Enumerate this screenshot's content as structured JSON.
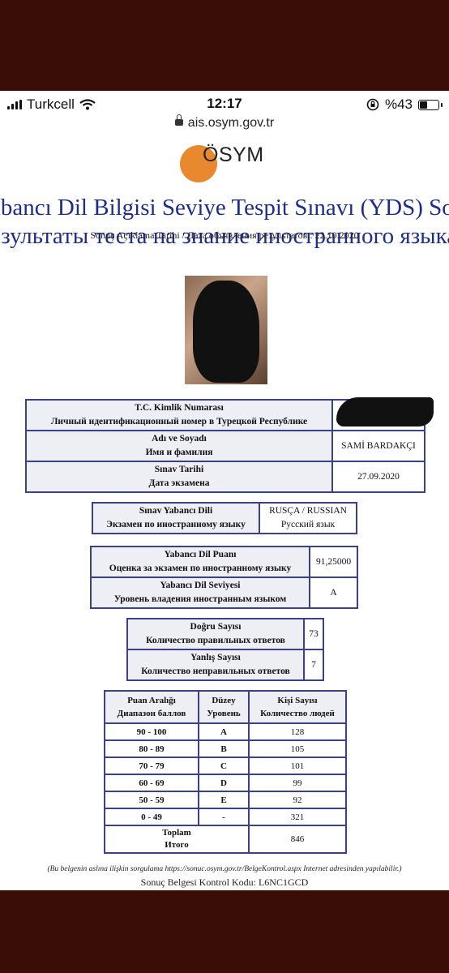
{
  "status_bar": {
    "carrier": "Turkcell",
    "time": "12:17",
    "battery": "%43",
    "battery_level": 0.43,
    "url": "ais.osym.gov.tr"
  },
  "document": {
    "logo_text": "ÖSYM",
    "title_tr": "abancı Dil Bilgisi Seviye Tespit Sınavı (YDS) So",
    "title_ru": "езультаты теста на знание иностранного языка",
    "announcement": "Sonuç Açıklama Tarihi / Дата объявления результатов   : 22.10.2020",
    "identity": {
      "tc_label_tr": "T.C. Kimlik Numarası",
      "tc_label_ru": "Личный идентификационный номер в Турецкой Республике",
      "name_label_tr": "Adı ve Soyadı",
      "name_label_ru": "Имя и фамилия",
      "name_value": "SAMİ BARDAKÇI",
      "date_label_tr": "Sınav Tarihi",
      "date_label_ru": "Дата экзамена",
      "date_value": "27.09.2020"
    },
    "language": {
      "label_tr": "Sınav Yabancı Dili",
      "label_ru": "Экзамен по иностранному языку",
      "value_tr": "RUSÇA / RUSSIAN",
      "value_ru": "Русский язык"
    },
    "score": {
      "score_label_tr": "Yabancı Dil Puanı",
      "score_label_ru": "Оценка за экзамен по иностранному языку",
      "score_value": "91,25000",
      "level_label_tr": "Yabancı Dil Seviyesi",
      "level_label_ru": "Уровень владения иностранным языком",
      "level_value": "A"
    },
    "answers": {
      "correct_label_tr": "Doğru Sayısı",
      "correct_label_ru": "Количество правильных ответов",
      "correct_value": "73",
      "wrong_label_tr": "Yanlış Sayısı",
      "wrong_label_ru": "Количество неправильных ответов",
      "wrong_value": "7"
    },
    "distribution": {
      "headers": [
        {
          "tr": "Puan Aralığı",
          "ru": "Диапазон баллов"
        },
        {
          "tr": "Düzey",
          "ru": "Уровень"
        },
        {
          "tr": "Kişi Sayısı",
          "ru": "Количество людей"
        }
      ],
      "rows": [
        {
          "range": "90 - 100",
          "level": "A",
          "count": "128"
        },
        {
          "range": "80 - 89",
          "level": "B",
          "count": "105"
        },
        {
          "range": "70 - 79",
          "level": "C",
          "count": "101"
        },
        {
          "range": "60 - 69",
          "level": "D",
          "count": "99"
        },
        {
          "range": "50 - 59",
          "level": "E",
          "count": "92"
        },
        {
          "range": "0 - 49",
          "level": "-",
          "count": "321"
        }
      ],
      "total_label_tr": "Toplam",
      "total_label_ru": "Итого",
      "total_value": "846"
    },
    "note": "(Bu belgenin aslına ilişkin sorgulama https://sonuc.osym.gov.tr/BelgeKontrol.aspx Internet adresinden yapılabilir.)",
    "control_code": "Sonuç Belgesi Kontrol Kodu: L6NC1GCD"
  }
}
